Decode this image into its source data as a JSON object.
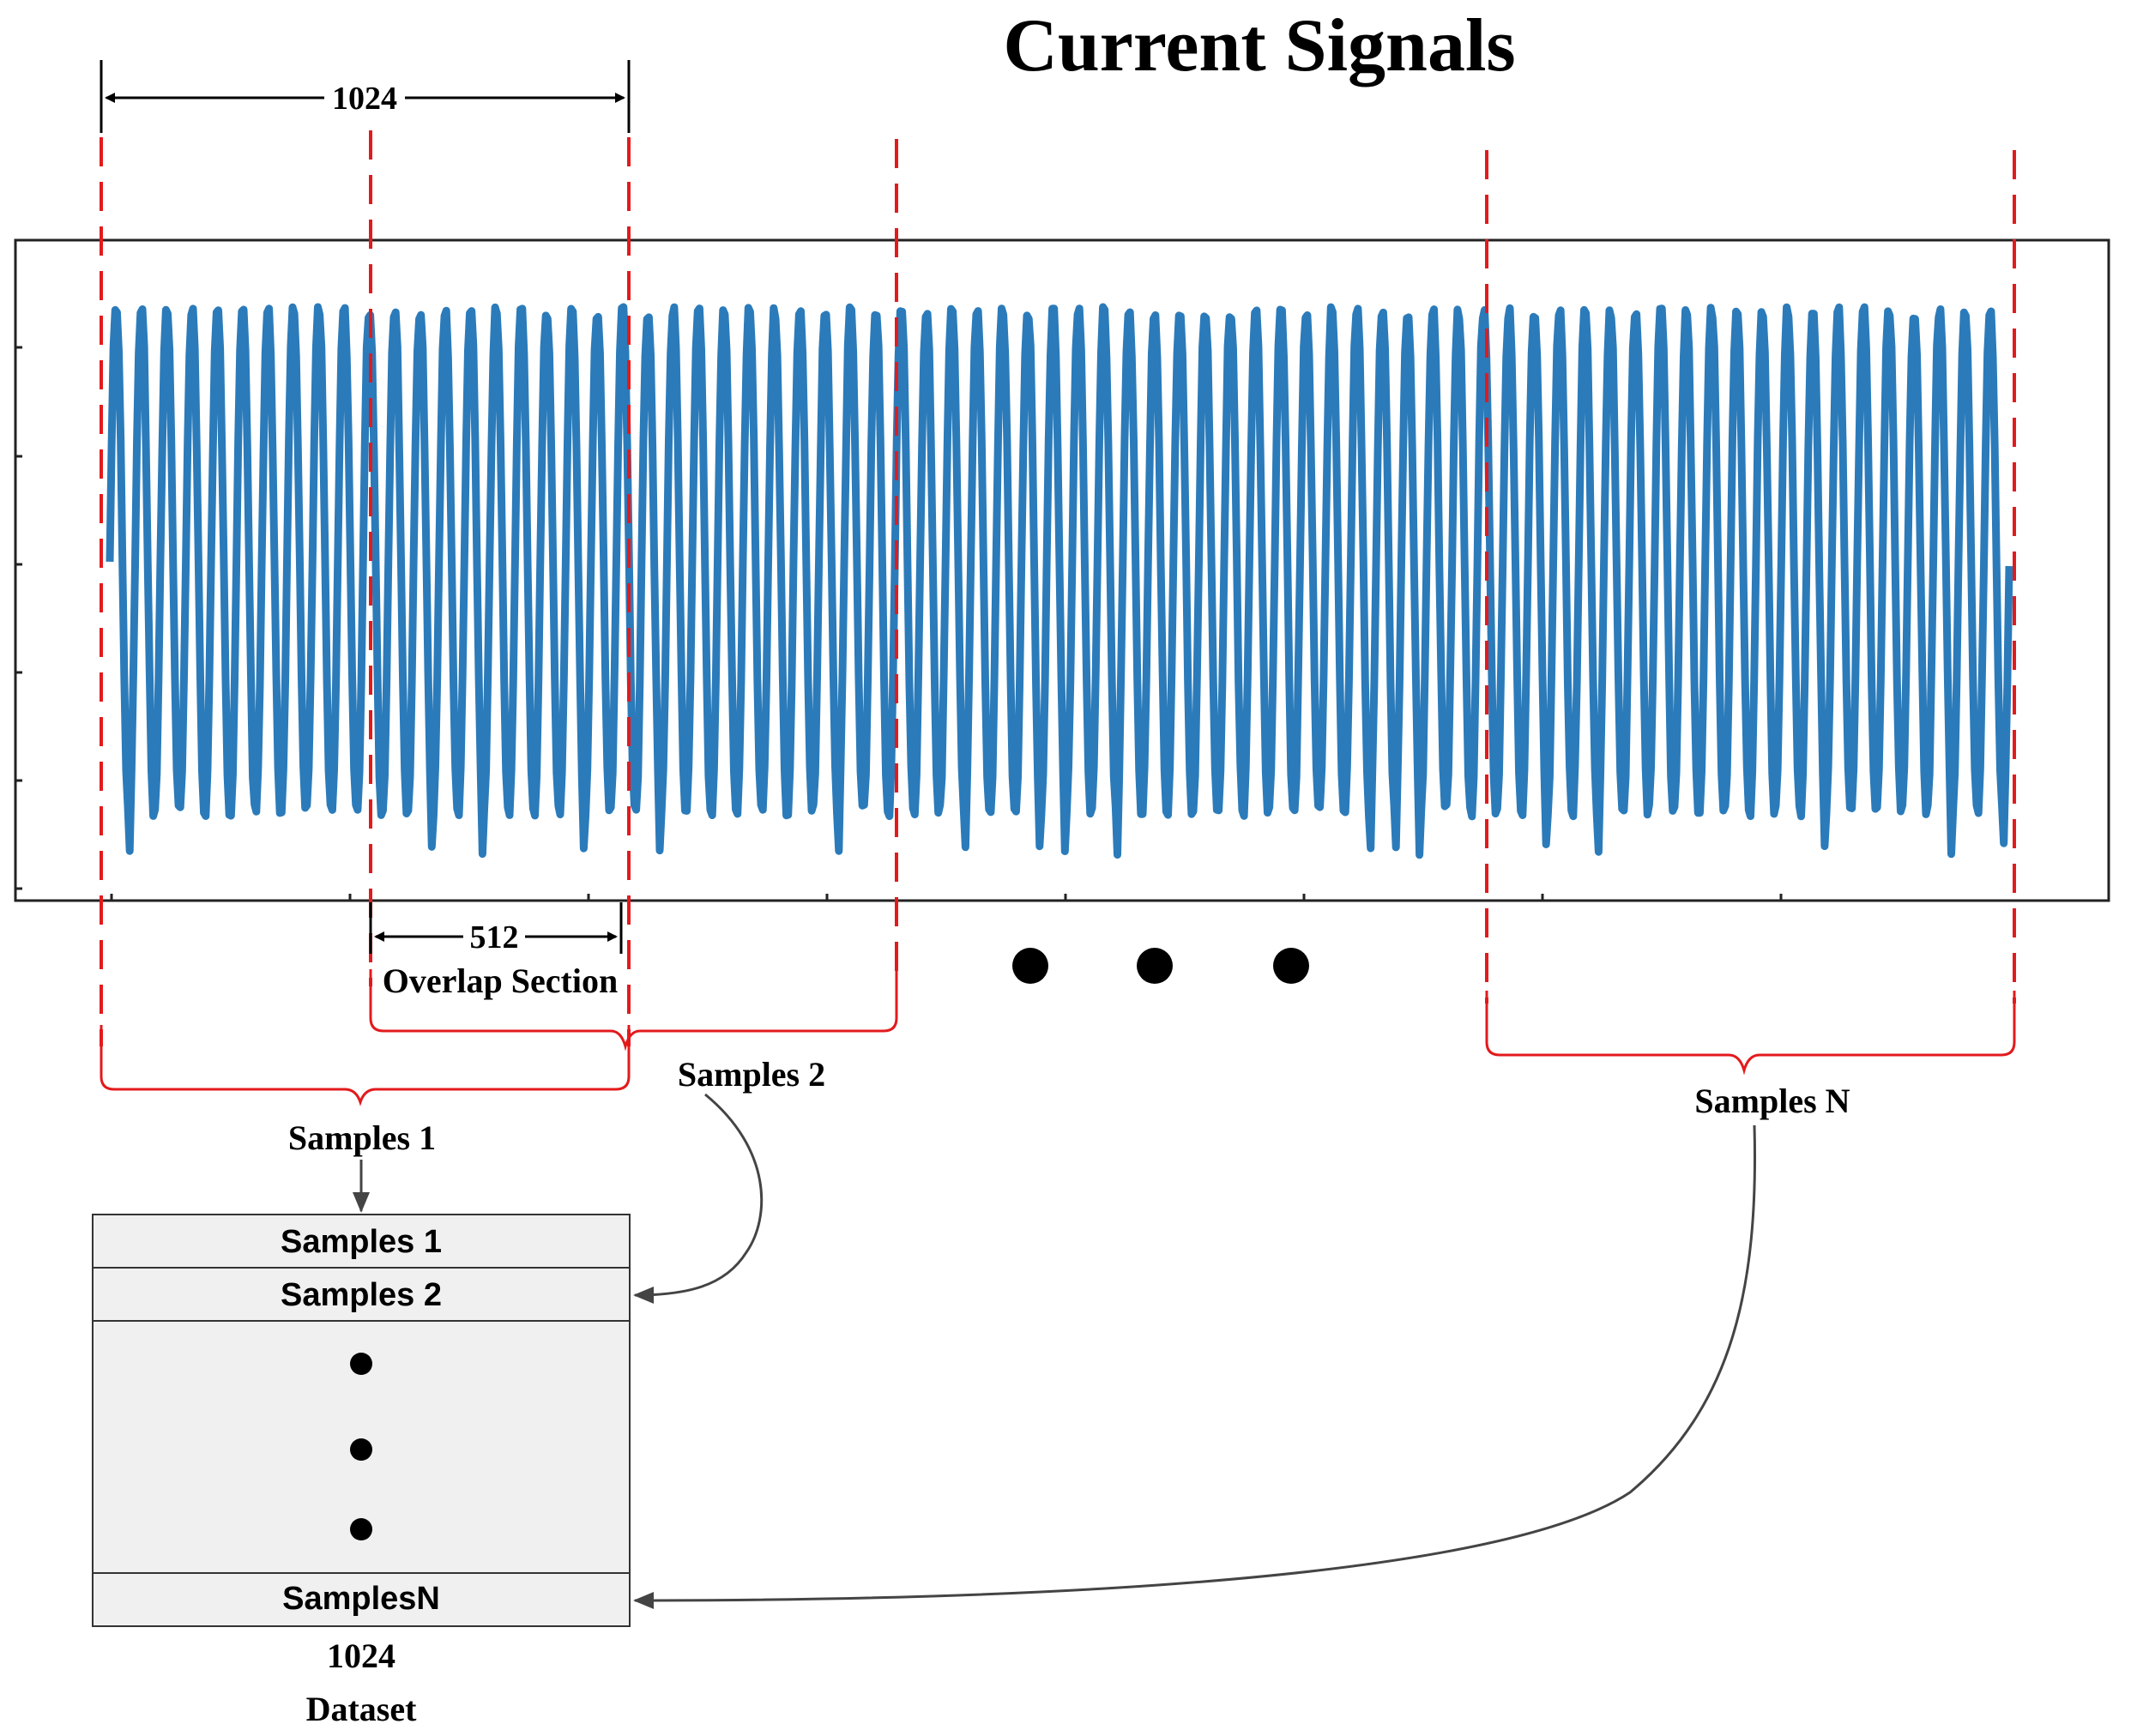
{
  "title": "Current Signals",
  "window": {
    "length_label": "1024",
    "overlap_label": "512",
    "overlap_caption": "Overlap Section"
  },
  "segments": [
    {
      "label": "Samples 1"
    },
    {
      "label": "Samples 2"
    },
    {
      "label": "Samples N"
    }
  ],
  "dataset": {
    "rows": [
      "Samples 1",
      "Samples 2",
      "SamplesN"
    ],
    "width_label": "1024",
    "caption": "Dataset"
  },
  "colors": {
    "signal": "#2b7bba",
    "boundary": "#e31a1c",
    "brace": "#e31a1c",
    "table_fill": "#f0f0f0",
    "arrow": "#444444"
  }
}
